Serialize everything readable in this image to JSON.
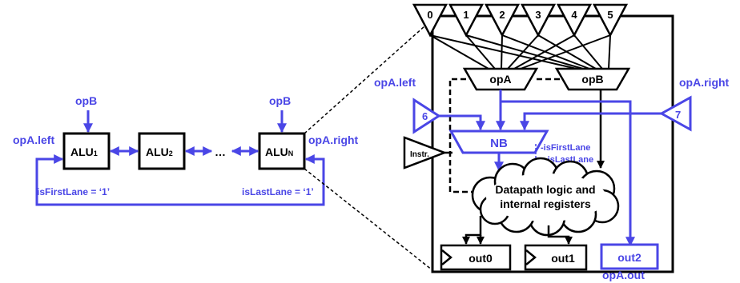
{
  "colors": {
    "accent": "#4a46e6",
    "stroke": "#000000",
    "background": "#ffffff"
  },
  "chain": {
    "opA_left": "opA.left",
    "opA_right": "opA.right",
    "opB_label": "opB",
    "alus": [
      {
        "name": "ALU",
        "sub": "1"
      },
      {
        "name": "ALU",
        "sub": "2"
      },
      {
        "name": "ALU",
        "sub": "N"
      }
    ],
    "ellipsis": "…",
    "first_lane": "isFirstLane = ‘1’",
    "last_lane": "isLastLane = ‘1’"
  },
  "alu": {
    "inputs": [
      "0",
      "1",
      "2",
      "3",
      "4",
      "5"
    ],
    "mux_a": "opA",
    "mux_b": "opB",
    "left_in": {
      "id": "6",
      "label": "opA.left"
    },
    "right_in": {
      "id": "7",
      "label": "opA.right"
    },
    "nb": "NB",
    "instr": "Instr.",
    "flags": [
      "-isFirstLane",
      "-isLastLane"
    ],
    "cloud": [
      "Datapath logic and",
      "internal registers"
    ],
    "outputs": [
      "out0",
      "out1",
      "out2"
    ],
    "out2_label": "opA.out"
  }
}
